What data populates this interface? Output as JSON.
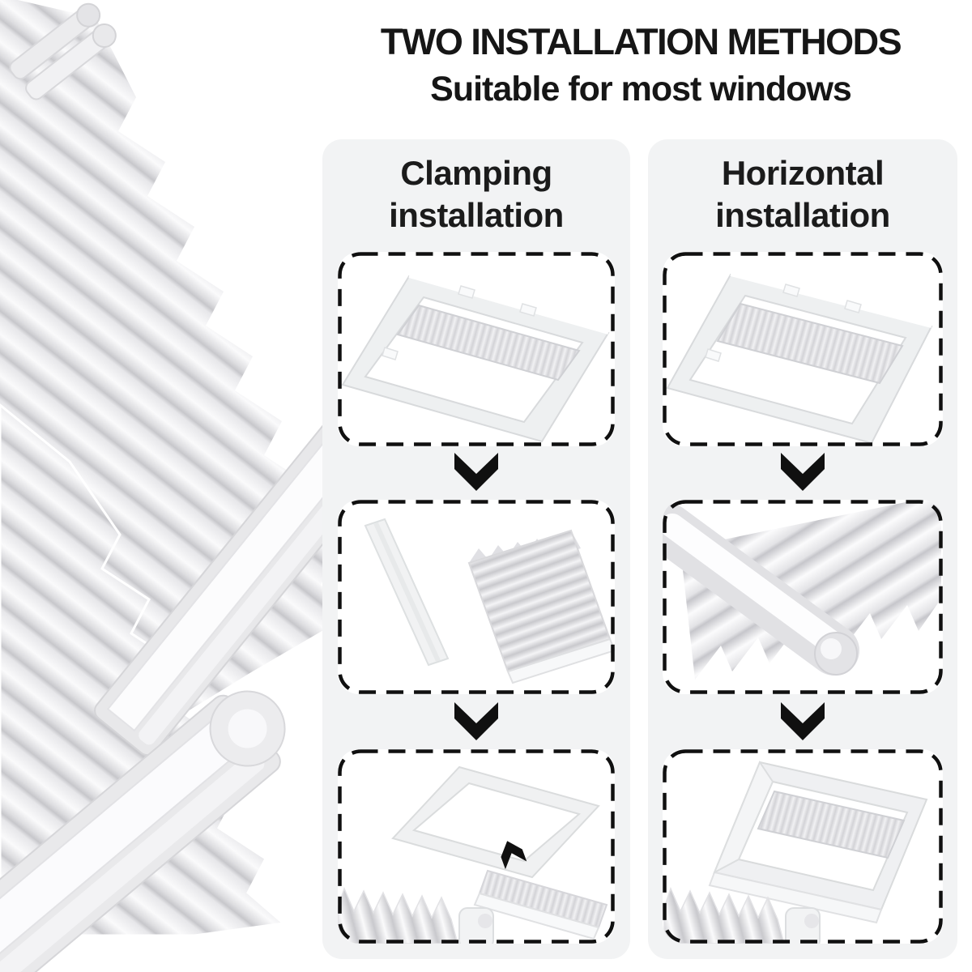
{
  "title": "TWO INSTALLATION METHODS",
  "subtitle": "Suitable for most windows",
  "methods": [
    {
      "heading": "Clamping installation",
      "steps": [
        {
          "photo": "window-frame-with-collapsed-pleated-blind"
        },
        {
          "photo": "clamping-rail-and-folded-pleated-blind"
        },
        {
          "photo": "blind-rail-inserted-into-open-frame"
        }
      ]
    },
    {
      "heading": "Horizontal installation",
      "steps": [
        {
          "photo": "window-frame-with-collapsed-pleated-blind"
        },
        {
          "photo": "clamping-rail-closeup-on-pleats"
        },
        {
          "photo": "frame-with-blind-mounted-horizontally"
        }
      ]
    }
  ],
  "icons": {
    "between_steps": "chevron-down-icon",
    "insert_direction": "chevron-up-left-icon"
  },
  "colors": {
    "page_bg": "#ffffff",
    "panel_bg": "#f2f3f4",
    "text": "#1b1b1b",
    "dashed_border": "#101010",
    "arrow": "#101010",
    "pleat_light": "#f4f4f6",
    "pleat_dark": "#c7c7cb"
  }
}
